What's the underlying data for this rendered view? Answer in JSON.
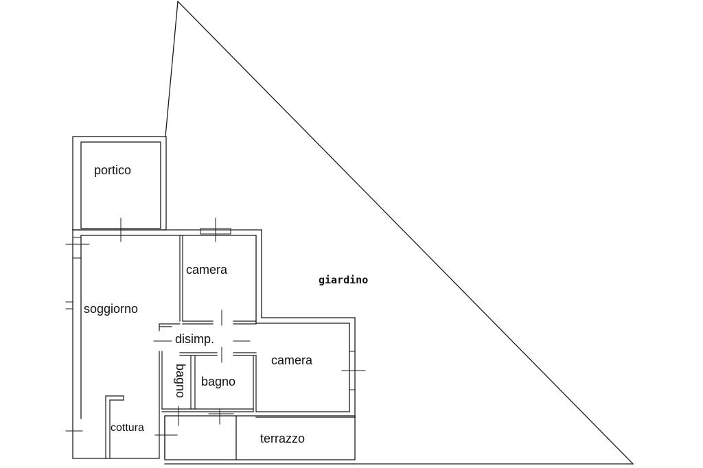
{
  "floorplan": {
    "rooms": {
      "portico": "portico",
      "soggiorno": "soggiorno",
      "camera_1": "camera",
      "camera_2": "camera",
      "disimp": "disimp.",
      "bagno_1": "bagno",
      "bagno_2": "bagno",
      "cottura": "cottura",
      "terrazzo": "terrazzo",
      "giardino": "giardino"
    },
    "line_color": "#1a1a1a",
    "background": "#ffffff"
  }
}
